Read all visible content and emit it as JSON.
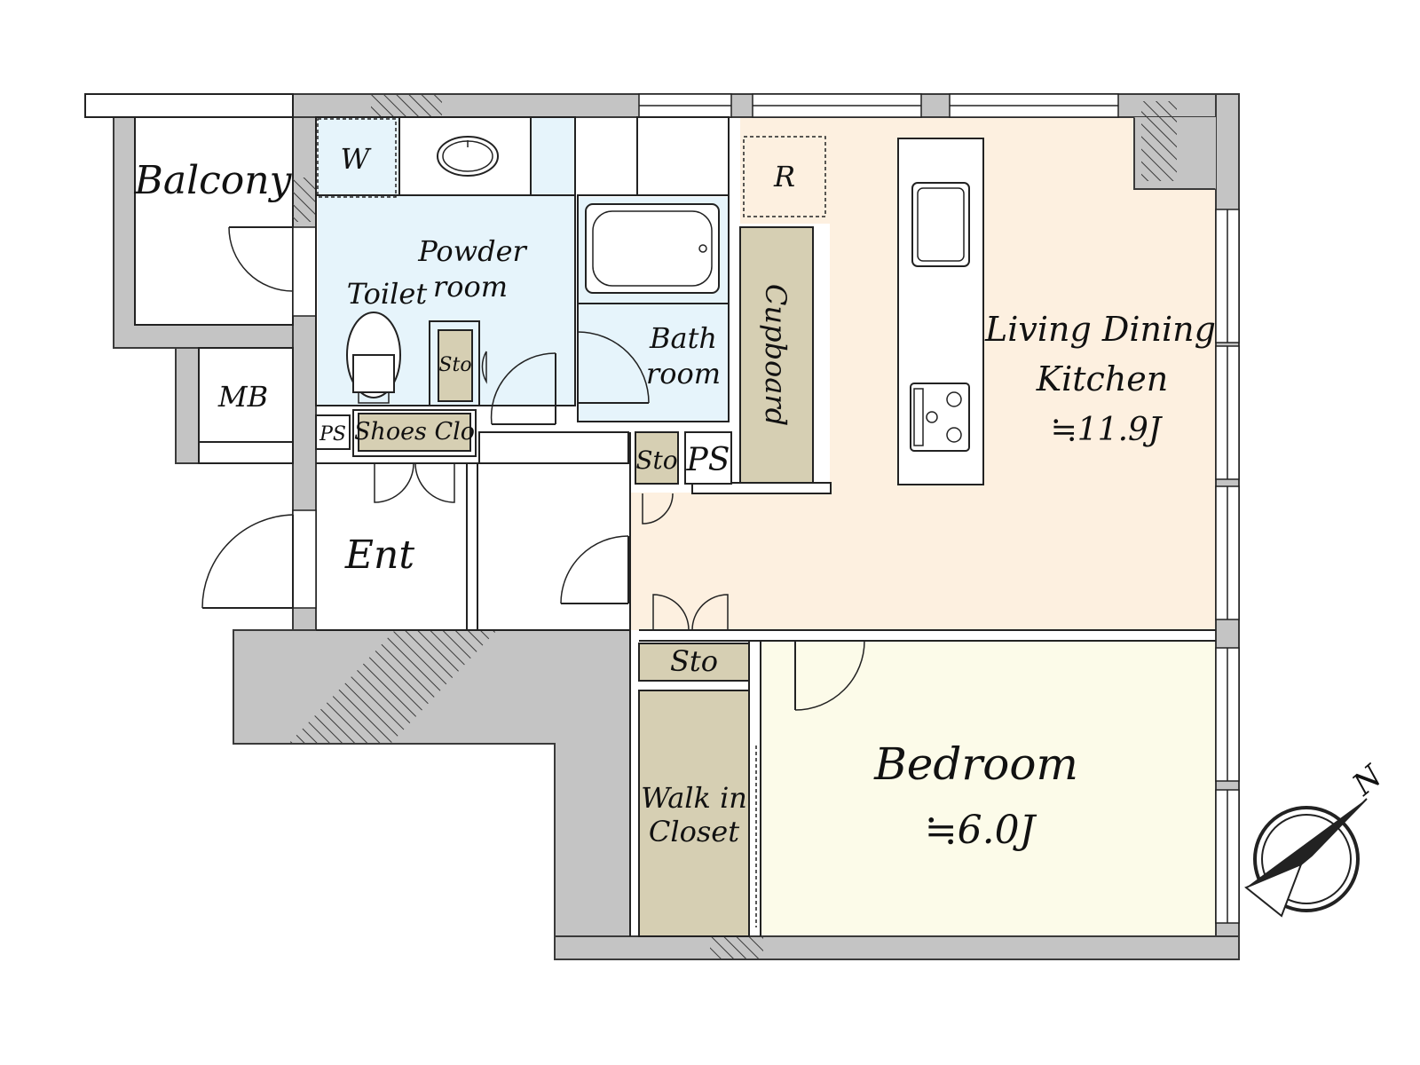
{
  "rooms": {
    "balcony": "Balcony",
    "washer": "W",
    "powder_room_1": "Powder",
    "powder_room_2": "room",
    "toilet": "Toilet",
    "bath_1": "Bath",
    "bath_2": "room",
    "fridge": "R",
    "cupboard": "Cupboard",
    "ldk_1": "Living Dining",
    "ldk_2": "Kitchen",
    "ldk_area": "≒11.9J",
    "mb": "MB",
    "sto_toilet": "Sto",
    "ps_small": "PS",
    "shoes": "Shoes Clo",
    "sto_mid": "Sto",
    "ps_mid": "PS",
    "entrance": "Ent",
    "sto_lower": "Sto",
    "walkin_1": "Walk in",
    "walkin_2": "Closet",
    "bedroom": "Bedroom",
    "bedroom_area": "≒6.0J"
  },
  "compass": {
    "north_label": "N"
  },
  "colors": {
    "wet_area": "#e6f4fb",
    "ldk": "#fdf0e0",
    "bedroom": "#fcfbe9",
    "storage": "#d6cfb3",
    "wall": "#c4c4c4"
  }
}
